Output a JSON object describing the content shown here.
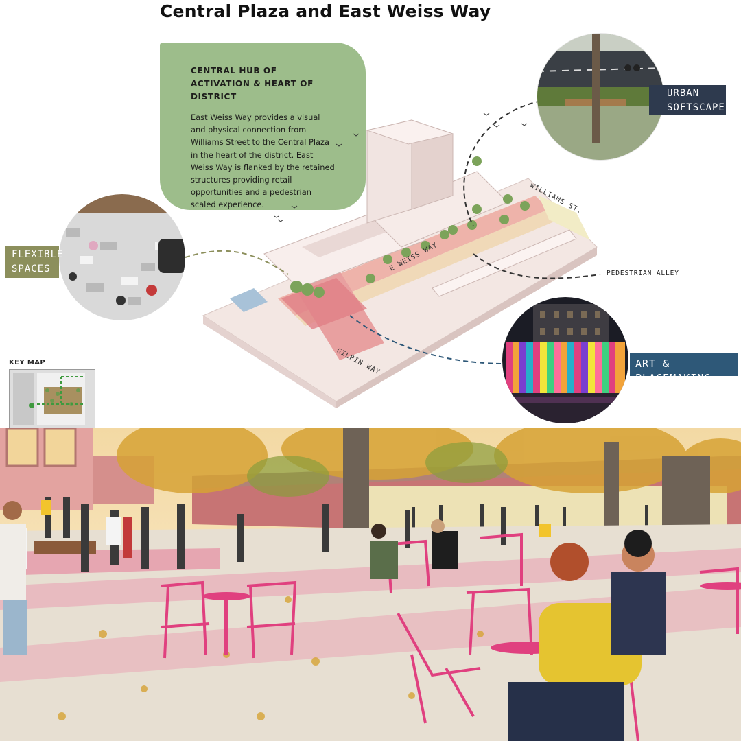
{
  "title": "Central Plaza and East Weiss Way",
  "info_card": {
    "heading": "CENTRAL HUB OF ACTIVATION & HEART OF DISTRICT",
    "body": "East Weiss Way provides a visual and physical connection from Williams Street to the Central Plaza in the heart of the district. East Weiss Way is flanked by the retained structures providing retail opportunities and a pedestrian scaled experience."
  },
  "labels": {
    "urban_softscape": "URBAN SOFTSCAPE",
    "flexible_spaces": "FLEXIBLE SPACES",
    "art_placemaking": "ART & PLACEMAKING",
    "pedestrian_alley": "PEDESTRIAN ALLEY",
    "key_map": "KEY MAP"
  },
  "streets": {
    "williams": "WILLIAMS ST.",
    "east_weiss": "E WEISS WAY",
    "gilpin": "GILPIN WAY"
  },
  "colors": {
    "info_card": "#9dbd8b",
    "urban_label": "#2e3a4e",
    "flexible_label": "#8c8f5c",
    "art_label": "#2e5878",
    "plaza_pink": "#e89a9a",
    "chair_pink": "#e0407f"
  }
}
